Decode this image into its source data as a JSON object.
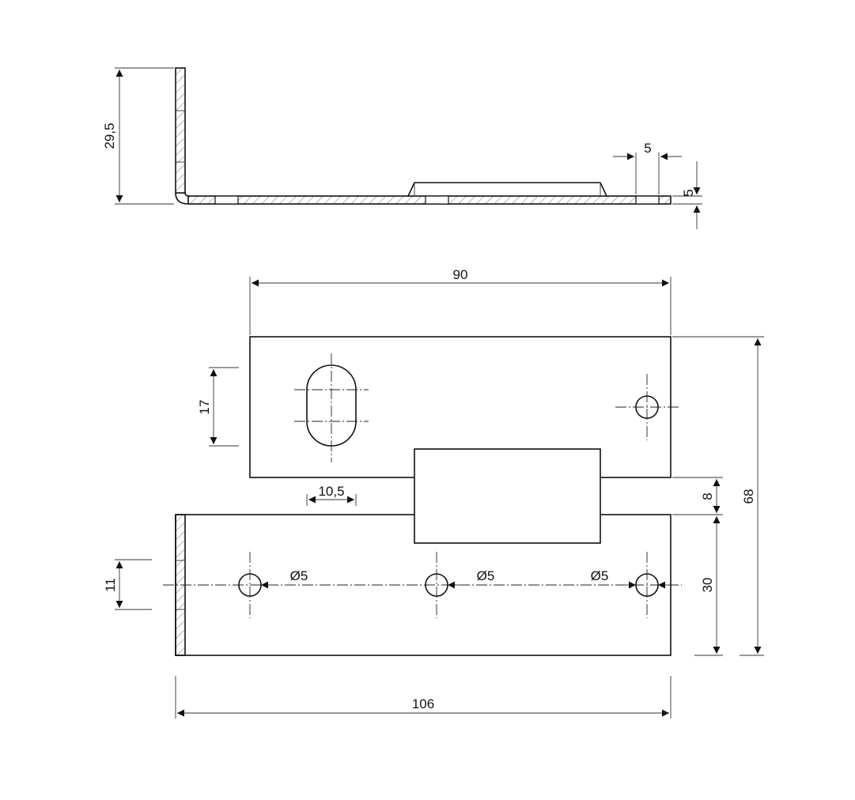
{
  "drawing": {
    "dimensions": {
      "flange_height": "29,5",
      "thickness": "5",
      "end_offset": "5",
      "top_length": "90",
      "slot_height": "17",
      "slot_width": "10,5",
      "overall_height": "68",
      "gap": "8",
      "bottom_height": "30",
      "hole_spacing_vertical": "11",
      "hole_diameter_1": "Ø5",
      "hole_diameter_2": "Ø5",
      "hole_diameter_3": "Ø5",
      "overall_length": "106"
    }
  }
}
